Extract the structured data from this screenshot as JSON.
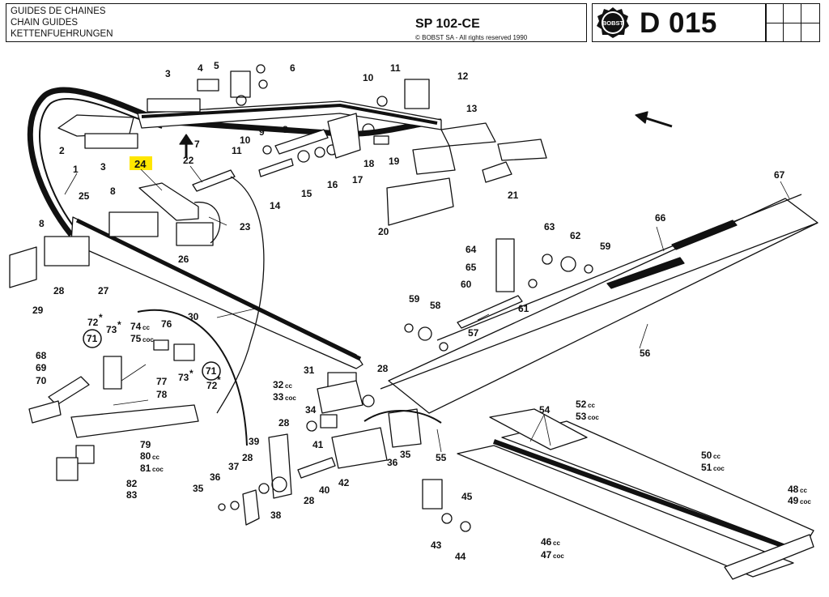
{
  "header": {
    "title_fr": "GUIDES DE CHAINES",
    "title_en": "CHAIN GUIDES",
    "title_de": "KETTENFUEHRUNGEN",
    "model": "SP 102-CE",
    "copyright": "© BOBST SA - All rights reserved 1990",
    "logo_text": "BOBST",
    "page_code": "D 015"
  },
  "colors": {
    "highlight": "#ffe600",
    "ink": "#111111"
  },
  "parts": [
    {
      "id": "p1",
      "label": "1"
    },
    {
      "id": "p2",
      "label": "2"
    },
    {
      "id": "p3a",
      "label": "3"
    },
    {
      "id": "p3b",
      "label": "3"
    },
    {
      "id": "p4",
      "label": "4"
    },
    {
      "id": "p5",
      "label": "5"
    },
    {
      "id": "p6",
      "label": "6"
    },
    {
      "id": "p7",
      "label": "7"
    },
    {
      "id": "p8a",
      "label": "8"
    },
    {
      "id": "p8b",
      "label": "8"
    },
    {
      "id": "p8c",
      "label": "8"
    },
    {
      "id": "p9",
      "label": "9"
    },
    {
      "id": "p10a",
      "label": "10"
    },
    {
      "id": "p10b",
      "label": "10"
    },
    {
      "id": "p11a",
      "label": "11"
    },
    {
      "id": "p11b",
      "label": "11"
    },
    {
      "id": "p12",
      "label": "12"
    },
    {
      "id": "p13",
      "label": "13"
    },
    {
      "id": "p14",
      "label": "14"
    },
    {
      "id": "p15",
      "label": "15"
    },
    {
      "id": "p16",
      "label": "16"
    },
    {
      "id": "p17",
      "label": "17"
    },
    {
      "id": "p18",
      "label": "18"
    },
    {
      "id": "p19",
      "label": "19"
    },
    {
      "id": "p20",
      "label": "20"
    },
    {
      "id": "p21",
      "label": "21"
    },
    {
      "id": "p22",
      "label": "22"
    },
    {
      "id": "p23",
      "label": "23"
    },
    {
      "id": "p24",
      "label": "24"
    },
    {
      "id": "p25",
      "label": "25"
    },
    {
      "id": "p26",
      "label": "26"
    },
    {
      "id": "p27",
      "label": "27"
    },
    {
      "id": "p28a",
      "label": "28"
    },
    {
      "id": "p28b",
      "label": "28"
    },
    {
      "id": "p28c",
      "label": "28"
    },
    {
      "id": "p28d",
      "label": "28"
    },
    {
      "id": "p28e",
      "label": "28"
    },
    {
      "id": "p29",
      "label": "29"
    },
    {
      "id": "p30",
      "label": "30"
    },
    {
      "id": "p31",
      "label": "31"
    },
    {
      "id": "p32",
      "label": "32"
    },
    {
      "id": "p33",
      "label": "33"
    },
    {
      "id": "p34",
      "label": "34"
    },
    {
      "id": "p35a",
      "label": "35"
    },
    {
      "id": "p35b",
      "label": "35"
    },
    {
      "id": "p36a",
      "label": "36"
    },
    {
      "id": "p36b",
      "label": "36"
    },
    {
      "id": "p37",
      "label": "37"
    },
    {
      "id": "p38",
      "label": "38"
    },
    {
      "id": "p39",
      "label": "39"
    },
    {
      "id": "p40",
      "label": "40"
    },
    {
      "id": "p41",
      "label": "41"
    },
    {
      "id": "p42",
      "label": "42"
    },
    {
      "id": "p43",
      "label": "43"
    },
    {
      "id": "p44",
      "label": "44"
    },
    {
      "id": "p45",
      "label": "45"
    },
    {
      "id": "p46",
      "label": "46"
    },
    {
      "id": "p47",
      "label": "47"
    },
    {
      "id": "p48",
      "label": "48"
    },
    {
      "id": "p49",
      "label": "49"
    },
    {
      "id": "p50",
      "label": "50"
    },
    {
      "id": "p51",
      "label": "51"
    },
    {
      "id": "p52",
      "label": "52"
    },
    {
      "id": "p53",
      "label": "53"
    },
    {
      "id": "p54",
      "label": "54"
    },
    {
      "id": "p55",
      "label": "55"
    },
    {
      "id": "p56",
      "label": "56"
    },
    {
      "id": "p57",
      "label": "57"
    },
    {
      "id": "p58",
      "label": "58"
    },
    {
      "id": "p59a",
      "label": "59"
    },
    {
      "id": "p59b",
      "label": "59"
    },
    {
      "id": "p60",
      "label": "60"
    },
    {
      "id": "p61",
      "label": "61"
    },
    {
      "id": "p62",
      "label": "62"
    },
    {
      "id": "p63",
      "label": "63"
    },
    {
      "id": "p64",
      "label": "64"
    },
    {
      "id": "p65",
      "label": "65"
    },
    {
      "id": "p66",
      "label": "66"
    },
    {
      "id": "p67",
      "label": "67"
    },
    {
      "id": "p68",
      "label": "68"
    },
    {
      "id": "p69",
      "label": "69"
    },
    {
      "id": "p70",
      "label": "70"
    },
    {
      "id": "p71a",
      "label": "71"
    },
    {
      "id": "p71b",
      "label": "71"
    },
    {
      "id": "p72a",
      "label": "72"
    },
    {
      "id": "p72b",
      "label": "72"
    },
    {
      "id": "p73a",
      "label": "73"
    },
    {
      "id": "p73b",
      "label": "73"
    },
    {
      "id": "p74",
      "label": "74"
    },
    {
      "id": "p75",
      "label": "75"
    },
    {
      "id": "p76",
      "label": "76"
    },
    {
      "id": "p77",
      "label": "77"
    },
    {
      "id": "p78",
      "label": "78"
    },
    {
      "id": "p79",
      "label": "79"
    },
    {
      "id": "p80",
      "label": "80"
    },
    {
      "id": "p81",
      "label": "81"
    },
    {
      "id": "p82",
      "label": "82"
    },
    {
      "id": "p83",
      "label": "83"
    }
  ],
  "suffixes": {
    "cc": "cc",
    "coc": "coc",
    "star": "*"
  },
  "highlighted_part": "24"
}
